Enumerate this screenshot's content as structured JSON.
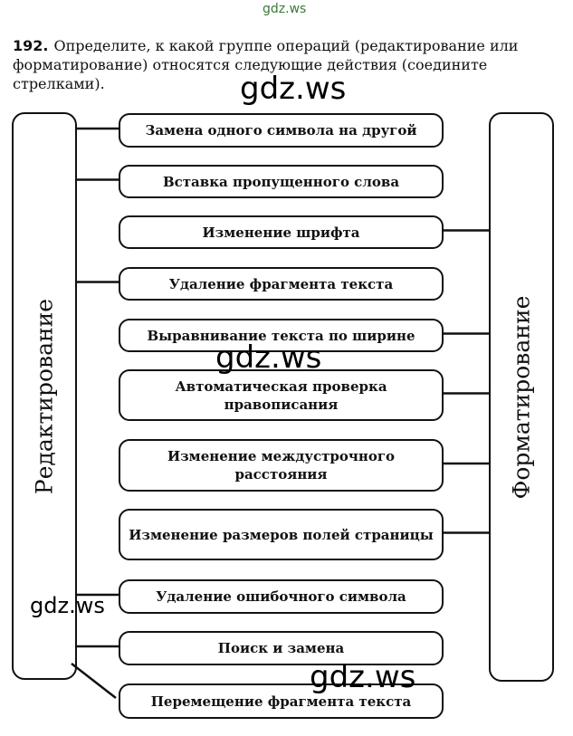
{
  "watermark": "gdz.ws",
  "question": {
    "number": "192.",
    "text": "Определите, к какой группе операций (редактирование или форматирование) относятся следующие действия (соедините стрелками)."
  },
  "groups": {
    "left": "Редактирование",
    "right": "Форматирование"
  },
  "items": [
    {
      "label": "Замена одного символа на другой",
      "group": "left"
    },
    {
      "label": "Вставка пропущенного слова",
      "group": "left"
    },
    {
      "label": "Изменение шрифта",
      "group": "right"
    },
    {
      "label": "Удаление фрагмента текста",
      "group": "left"
    },
    {
      "label": "Выравнивание текста по ширине",
      "group": "right"
    },
    {
      "label": "Автоматическая проверка правописания",
      "group": "right"
    },
    {
      "label": "Изменение междустрочного расстояния",
      "group": "right"
    },
    {
      "label": "Изменение размеров полей страницы",
      "group": "right"
    },
    {
      "label": "Удаление ошибочного символа",
      "group": "left"
    },
    {
      "label": "Поиск и замена",
      "group": "left"
    },
    {
      "label": "Перемещение фрагмента текста",
      "group": "left"
    }
  ]
}
